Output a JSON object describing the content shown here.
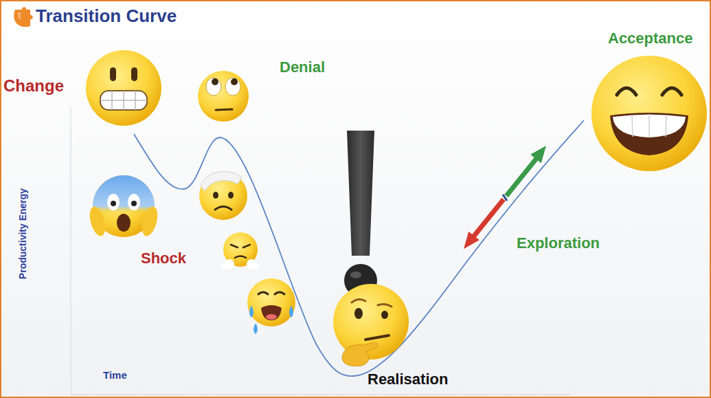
{
  "diagram": {
    "title": "Transition Curve",
    "labels": [
      "Change",
      "Denial",
      "Shock",
      "Realisation",
      "Exploration",
      "Acceptance",
      "Productivity Energy",
      "Time"
    ]
  }
}
